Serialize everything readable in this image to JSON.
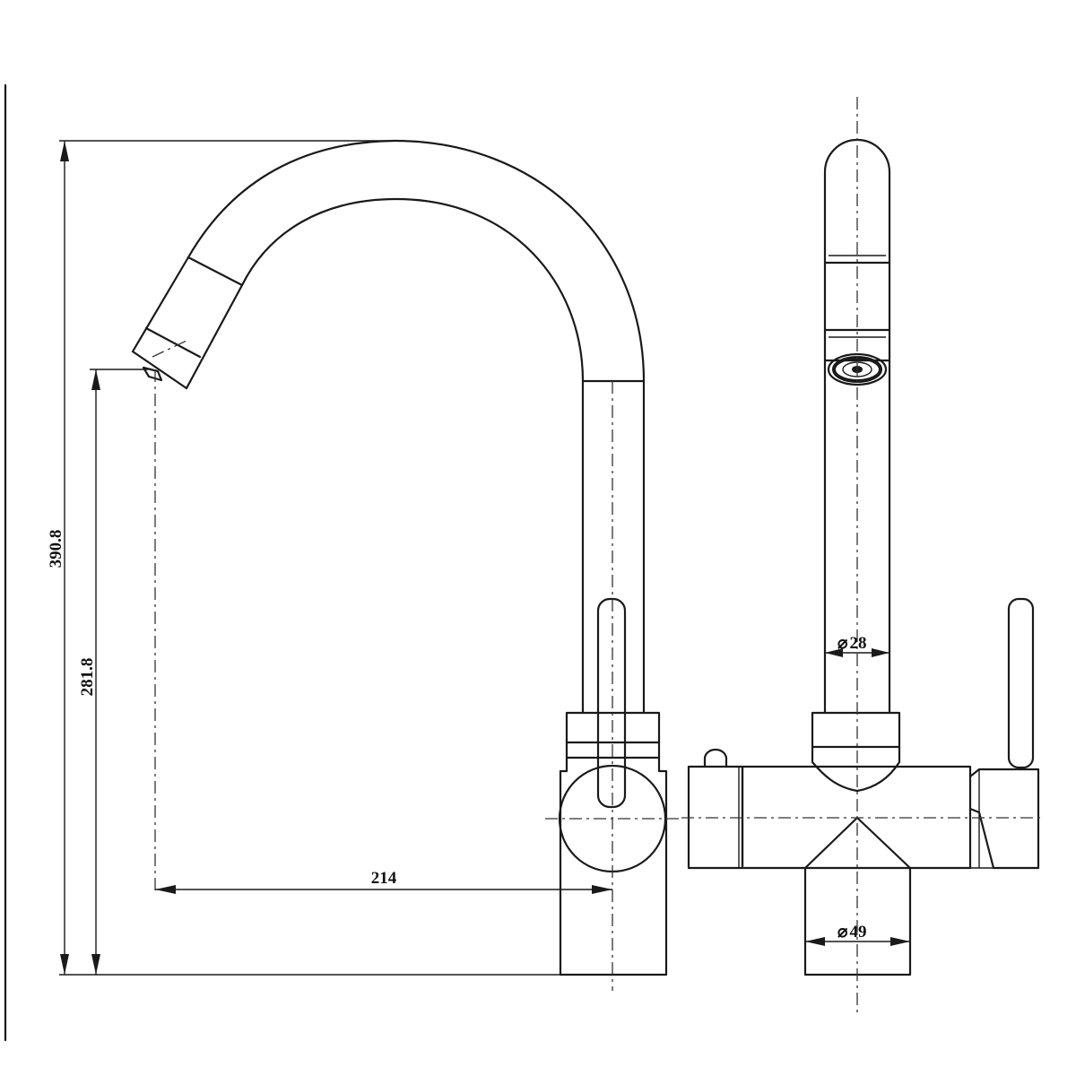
{
  "dimensions": {
    "total_height": "390.8",
    "spout_height": "281.8",
    "reach": "214",
    "spout_diameter": "28",
    "body_diameter": "49",
    "diameter_symbol": "⌀"
  }
}
